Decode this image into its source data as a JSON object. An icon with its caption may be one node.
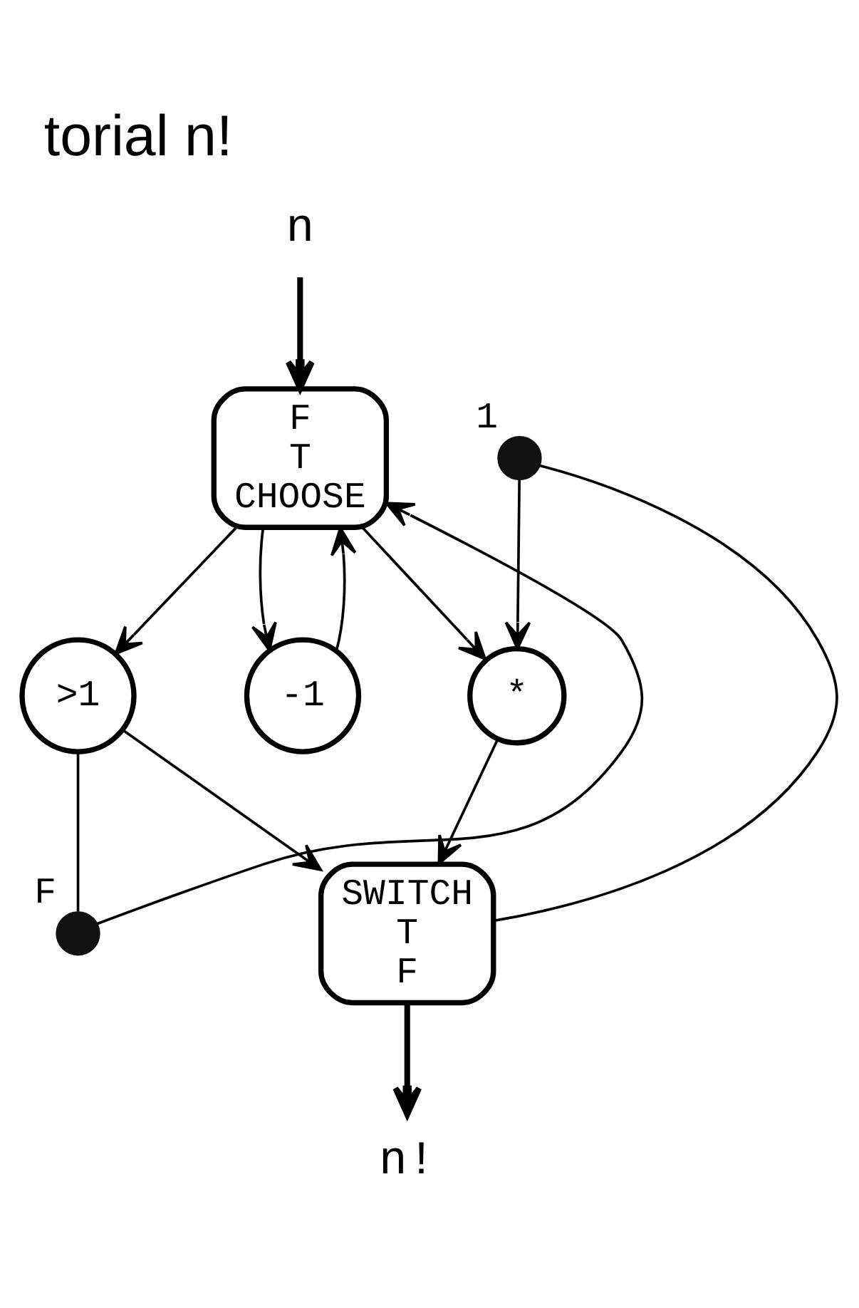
{
  "diagram": {
    "title": "torial n!",
    "nodes": [
      {
        "text": [
          "n"
        ]
      },
      {
        "text": [
          "F",
          "T",
          "CHOOSE"
        ]
      },
      {
        "text": [],
        "shape": "circle",
        "beside": [
          "F"
        ]
      },
      {
        "text": [
          ">1"
        ]
      },
      {
        "text": [],
        "shape": "circle",
        "beside": [
          "1"
        ]
      },
      {
        "text": [
          "*"
        ]
      },
      {
        "text": [
          "-1"
        ]
      },
      {
        "text": [
          "SWITCH",
          "T",
          "F"
        ]
      },
      {
        "text": [
          "n!"
        ]
      }
    ],
    "edges": [
      {
        "from": 0,
        "to": 1,
        "arrow": "to",
        "style": "thick"
      },
      {
        "from": 1,
        "to": 5,
        "arrow": "to"
      },
      {
        "from": 1,
        "to": 3,
        "arrow": "to"
      },
      {
        "from": 1,
        "to": 6,
        "arrow": "to"
      },
      {
        "from": 3,
        "to": 2,
        "arrow": "none"
      },
      {
        "from": 2,
        "to": 1,
        "arrow": "to"
      },
      {
        "from": 3,
        "to": 7,
        "arrow": "to"
      },
      {
        "from": 4,
        "to": 5,
        "arrow": "to"
      },
      {
        "from": 7,
        "to": 4,
        "arrow": "none"
      },
      {
        "from": 5,
        "to": 7,
        "arrow": "to"
      },
      {
        "from": 7,
        "to": 8,
        "arrow": "to",
        "style": "thick"
      },
      {
        "from": 6,
        "to": 1,
        "arrow": "to"
      }
    ]
  }
}
